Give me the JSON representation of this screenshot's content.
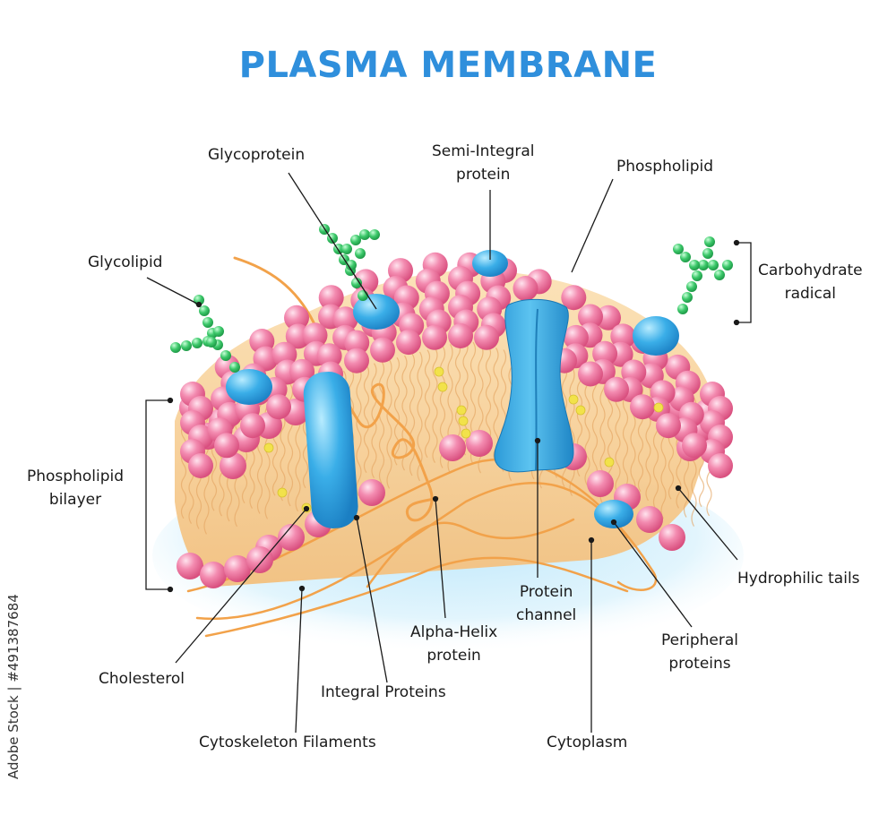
{
  "title": "PLASMA MEMBRANE",
  "labels": {
    "glycoprotein": "Glycoprotein",
    "semi_integral_1": "Semi-Integral",
    "semi_integral_2": "protein",
    "phospholipid": "Phospholipid",
    "glycolipid": "Glycolipid",
    "carbohydrate_1": "Carbohydrate",
    "carbohydrate_2": "radical",
    "bilayer_1": "Phospholipid",
    "bilayer_2": "bilayer",
    "hydrophilic_tails": "Hydrophilic tails",
    "protein_channel_1": "Protein",
    "protein_channel_2": "channel",
    "peripheral_1": "Peripheral",
    "peripheral_2": "proteins",
    "alpha_helix_1": "Alpha-Helix",
    "alpha_helix_2": "protein",
    "cholesterol": "Cholesterol",
    "integral_proteins": "Integral Proteins",
    "cytoskeleton": "Cytoskeleton Filaments",
    "cytoplasm": "Cytoplasm"
  },
  "stock_id": "Adobe Stock | #491387684",
  "colors": {
    "title": "#2f8fdc",
    "head": "#f38bb0",
    "tail": "#f6c98a",
    "protein": "#3aaee8",
    "carbohydrate": "#3cc86a",
    "filament": "#f2a24a",
    "cytoplasm": "#d4effb",
    "cholesterol": "#f2e24a"
  }
}
